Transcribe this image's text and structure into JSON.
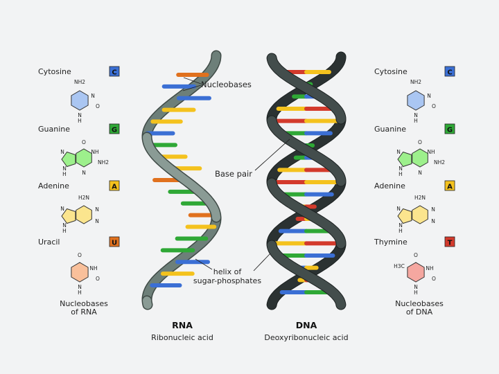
{
  "colors": {
    "background": "#f2f3f4",
    "cytosine": "#3b6fd4",
    "guanine": "#2fa836",
    "adenine": "#f4c21e",
    "uracil": "#e0711e",
    "thymine": "#d33a2c",
    "rna_backbone": "#7d8e88",
    "dna_backbone": "#3c4444"
  },
  "rna_panel": {
    "bases": [
      {
        "name": "Cytosine",
        "letter": "C",
        "color": "#3b6fd4",
        "fill": "#aac6f2",
        "groups": [
          "NH2",
          "N",
          "O",
          "N",
          "H"
        ]
      },
      {
        "name": "Guanine",
        "letter": "G",
        "color": "#2fa836",
        "fill": "#9df08c",
        "groups": [
          "O",
          "NH",
          "N",
          "N",
          "NH2",
          "N",
          "H"
        ]
      },
      {
        "name": "Adenine",
        "letter": "A",
        "color": "#f4c21e",
        "fill": "#fbe58e",
        "groups": [
          "H2N",
          "N",
          "N",
          "N",
          "N",
          "H"
        ]
      },
      {
        "name": "Uracil",
        "letter": "U",
        "color": "#e0711e",
        "fill": "#f9c09b",
        "groups": [
          "O",
          "NH",
          "O",
          "N",
          "H"
        ]
      }
    ],
    "caption": [
      "Nucleobases",
      "of RNA"
    ]
  },
  "dna_panel": {
    "bases": [
      {
        "name": "Cytosine",
        "letter": "C",
        "color": "#3b6fd4",
        "fill": "#aac6f2",
        "groups": [
          "NH2",
          "N",
          "O",
          "N",
          "H"
        ]
      },
      {
        "name": "Guanine",
        "letter": "G",
        "color": "#2fa836",
        "fill": "#9df08c",
        "groups": [
          "O",
          "NH",
          "N",
          "N",
          "NH2",
          "N",
          "H"
        ]
      },
      {
        "name": "Adenine",
        "letter": "A",
        "color": "#f4c21e",
        "fill": "#fbe58e",
        "groups": [
          "H2N",
          "N",
          "N",
          "N",
          "N",
          "H"
        ]
      },
      {
        "name": "Thymine",
        "letter": "T",
        "color": "#d33a2c",
        "fill": "#f5a7a0",
        "groups": [
          "O",
          "H3C",
          "NH",
          "O",
          "N",
          "H"
        ]
      }
    ],
    "caption": [
      "Nucleobases",
      "of DNA"
    ]
  },
  "annotations": {
    "nucleobases": "Nucleobases",
    "base_pair": "Base pair",
    "helix_line1": "helix of",
    "helix_line2": "sugar-phosphates"
  },
  "rna": {
    "title": "RNA",
    "subtitle": "Ribonucleic acid",
    "rung_colors": [
      "#e0711e",
      "#3b6fd4",
      "#3b6fd4",
      "#f4c21e",
      "#f4c21e",
      "#3b6fd4",
      "#2fa836",
      "#f4c21e",
      "#f4c21e",
      "#e0711e",
      "#2fa836",
      "#2fa836",
      "#e0711e",
      "#f4c21e",
      "#2fa836",
      "#2fa836",
      "#3b6fd4",
      "#f4c21e",
      "#3b6fd4"
    ]
  },
  "dna": {
    "title": "DNA",
    "subtitle": "Deoxyribonucleic acid",
    "pairs": [
      [
        "#d33a2c",
        "#f4c21e"
      ],
      [
        "#3b6fd4",
        "#2fa836"
      ],
      [
        "#2fa836",
        "#3b6fd4"
      ],
      [
        "#f4c21e",
        "#d33a2c"
      ],
      [
        "#d33a2c",
        "#f4c21e"
      ],
      [
        "#2fa836",
        "#3b6fd4"
      ],
      [
        "#3b6fd4",
        "#2fa836"
      ],
      [
        "#2fa836",
        "#3b6fd4"
      ],
      [
        "#f4c21e",
        "#d33a2c"
      ],
      [
        "#d33a2c",
        "#f4c21e"
      ],
      [
        "#2fa836",
        "#3b6fd4"
      ],
      [
        "#f4c21e",
        "#d33a2c"
      ],
      [
        "#d33a2c",
        "#f4c21e"
      ],
      [
        "#3b6fd4",
        "#2fa836"
      ],
      [
        "#f4c21e",
        "#d33a2c"
      ],
      [
        "#2fa836",
        "#3b6fd4"
      ],
      [
        "#3b6fd4",
        "#f4c21e"
      ],
      [
        "#f4c21e",
        "#d33a2c"
      ],
      [
        "#3b6fd4",
        "#2fa836"
      ]
    ]
  }
}
